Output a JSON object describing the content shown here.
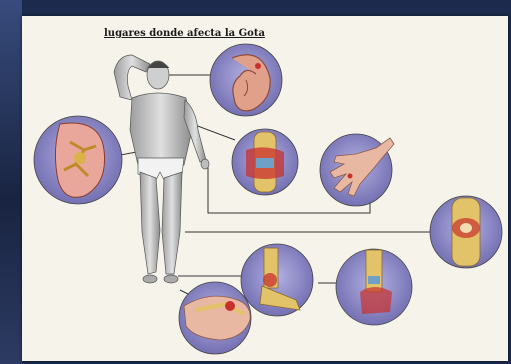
{
  "title": "lugares donde afecta la Gota",
  "colors": {
    "frame_background": "#1c2a4d",
    "panel": "#f6f3eb",
    "circle_background": "#8a86c6",
    "joint_red": "#c8302e",
    "bone_yellow": "#e3c36a",
    "skin": "#e8b8a2"
  },
  "labels": {
    "figure": "human-figure",
    "ear": "ear-circle",
    "kidney": "kidney-circle",
    "elbow": "elbow-joint-circle",
    "hand": "hand-circle",
    "knee": "knee-joint-circle",
    "ankle": "ankle-joint-circle",
    "heel": "heel-joint-circle",
    "foot": "foot-toes-circle"
  }
}
